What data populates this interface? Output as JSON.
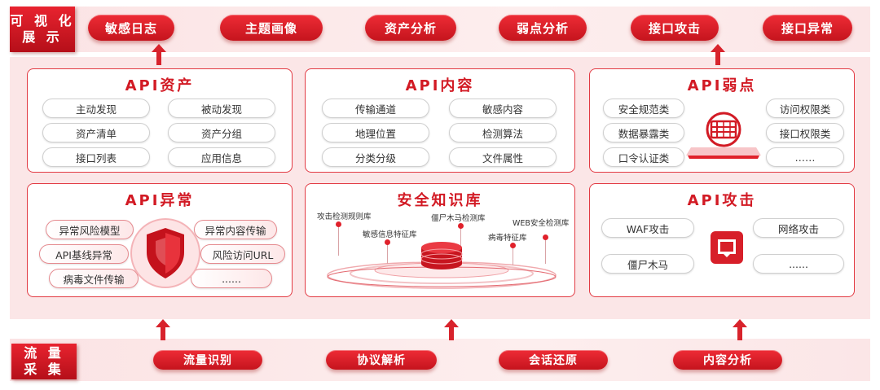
{
  "visualization": {
    "label_line1": "可 视 化",
    "label_line2": "展 示",
    "buttons": [
      "敏感日志",
      "主题画像",
      "资产分析",
      "弱点分析",
      "接口攻击",
      "接口异常"
    ]
  },
  "collection": {
    "label_line1": "流 量",
    "label_line2": "采 集",
    "buttons": [
      "流量识别",
      "协议解析",
      "会话还原",
      "内容分析"
    ]
  },
  "api_assets": {
    "title": "API资产",
    "items": [
      "主动发现",
      "被动发现",
      "资产清单",
      "资产分组",
      "接口列表",
      "应用信息"
    ]
  },
  "api_content": {
    "title": "API内容",
    "items": [
      "传输通道",
      "敏感内容",
      "地理位置",
      "检测算法",
      "分类分级",
      "文件属性"
    ]
  },
  "api_weakness": {
    "title": "API弱点",
    "items": [
      "安全规范类",
      "访问权限类",
      "数据暴露类",
      "接口权限类",
      "口令认证类",
      "……"
    ]
  },
  "api_anomaly": {
    "title": "API异常",
    "items": [
      "异常风险模型",
      "异常内容传输",
      "API基线异常",
      "风险访问URL",
      "病毒文件传输",
      "......"
    ]
  },
  "knowledge_base": {
    "title": "安全知识库",
    "items": [
      "攻击检测规则库",
      "敏感信息特征库",
      "僵尸木马检测库",
      "病毒特征库",
      "WEB安全检测库"
    ]
  },
  "api_attack": {
    "title": "API攻击",
    "items": [
      "WAF攻击",
      "网络攻击",
      "僵尸木马",
      "......"
    ]
  },
  "colors": {
    "primary": "#d21a24",
    "band": "#fbe6e7"
  }
}
